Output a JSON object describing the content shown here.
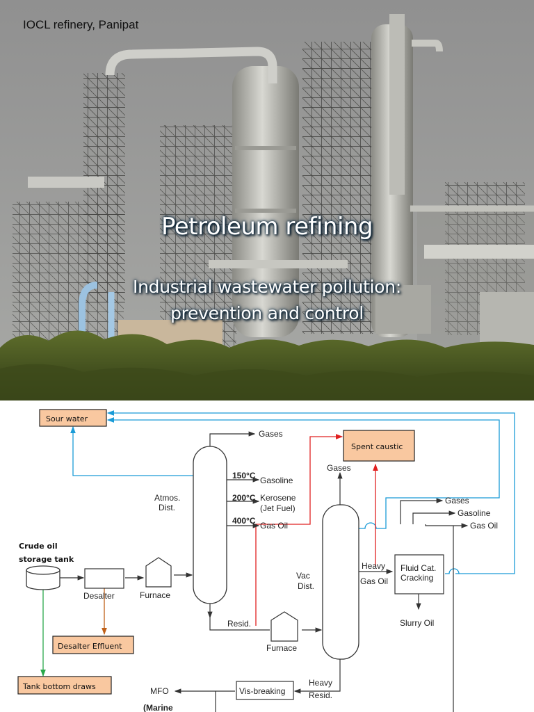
{
  "photo": {
    "caption": "IOCL refinery, Panipat"
  },
  "title": {
    "main": "Petroleum refining",
    "subtitle_line1": "Industrial wastewater pollution:",
    "subtitle_line2": "prevention and control"
  },
  "diagram": {
    "outputs": {
      "sour_water": "Sour water",
      "spent_caustic": "Spent caustic",
      "desalter_effluent": "Desalter Effluent",
      "tank_bottom_draws": "Tank bottom draws"
    },
    "crude_tank_line1": "Crude oil",
    "crude_tank_line2": "storage tank",
    "desalter": "Desalter",
    "furnace1": "Furnace",
    "furnace2": "Furnace",
    "atmos_line1": "Atmos.",
    "atmos_line2": "Dist.",
    "gases_top": "Gases",
    "temp1": "150°C",
    "gasoline1": "Gasoline",
    "temp2": "200°C",
    "kerosene": "Kerosene",
    "jet_fuel": "(Jet Fuel)",
    "temp3": "400°C",
    "gas_oil1": "Gas Oil",
    "resid": "Resid.",
    "vac_line1": "Vac",
    "vac_line2": "Dist.",
    "gases_vac": "Gases",
    "heavy1": "Heavy",
    "gas_oil2": "Gas Oil",
    "fcc_line1": "Fluid Cat.",
    "fcc_line2": "Cracking",
    "gases_fcc": "Gases",
    "gasoline2": "Gasoline",
    "gas_oil3": "Gas Oil",
    "slurry_oil": "Slurry Oil",
    "vis_breaking": "Vis-breaking",
    "heavy2": "Heavy",
    "resid2": "Resid.",
    "mfo": "MFO",
    "marine": "(Marine"
  }
}
